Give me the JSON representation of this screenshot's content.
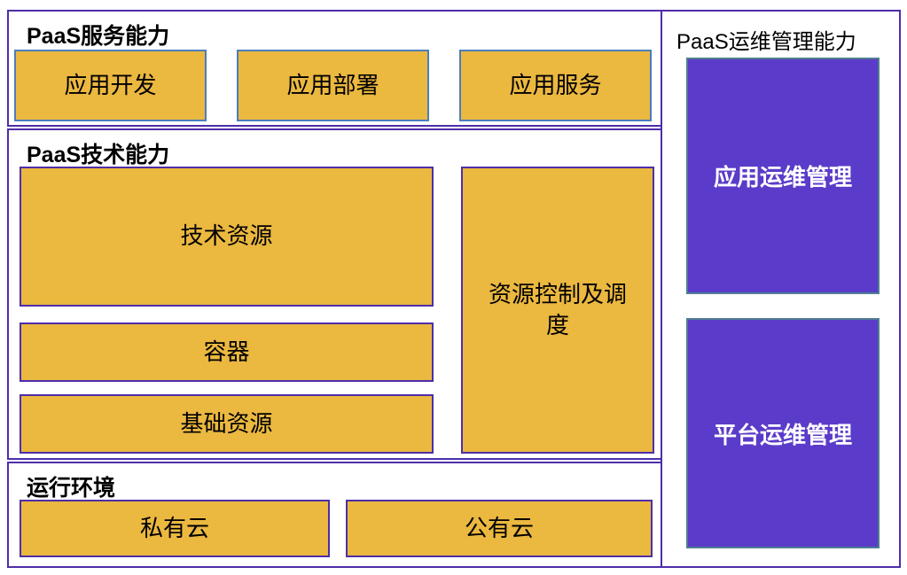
{
  "palette": {
    "gold_fill": "#ebb840",
    "steel_blue_border": "#4a7ebb",
    "purple_border": "#4e2ea8",
    "purple_fill": "#5b3bc9",
    "teal_border": "#4f7d92",
    "heading_text": "#000000",
    "purple_box_text": "#ffffff"
  },
  "sections": {
    "service": {
      "title": "PaaS服务能力",
      "boxes": [
        "应用开发",
        "应用部署",
        "应用服务"
      ]
    },
    "tech": {
      "title": "PaaS技术能力",
      "boxes": [
        "技术资源",
        "容器",
        "基础资源"
      ],
      "side_box": "资源控制及调度"
    },
    "runtime": {
      "title": "运行环境",
      "boxes": [
        "私有云",
        "公有云"
      ]
    },
    "ops": {
      "title": "PaaS运维管理能力",
      "boxes": [
        "应用运维管理",
        "平台运维管理"
      ]
    }
  }
}
